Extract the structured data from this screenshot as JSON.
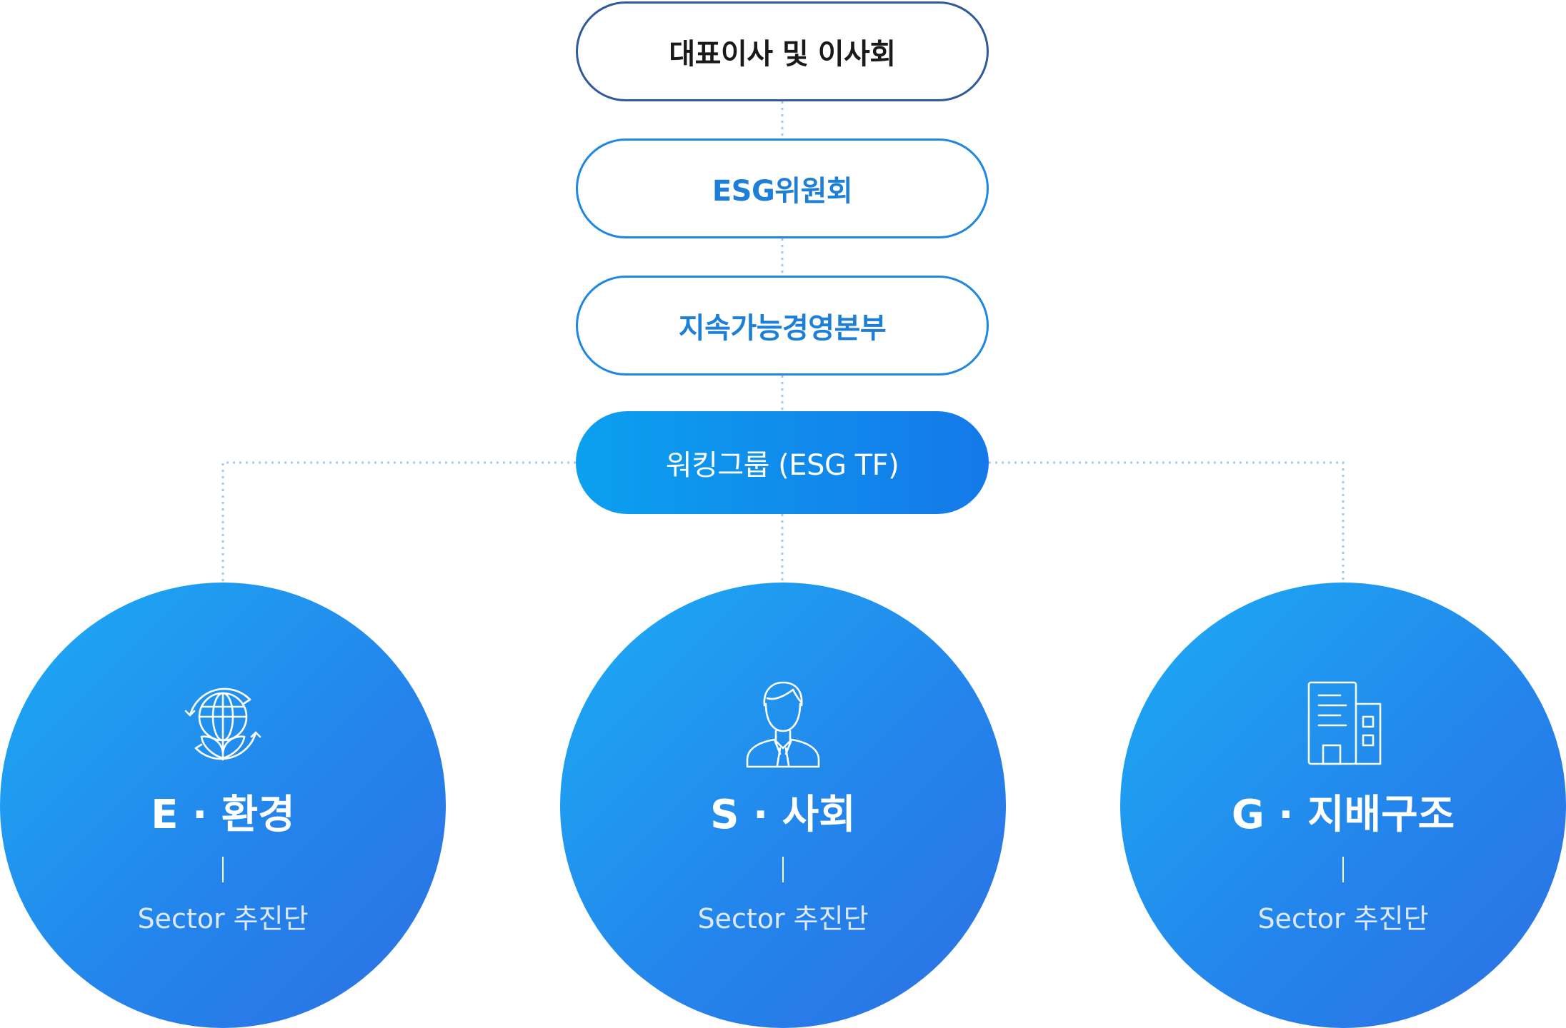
{
  "colors": {
    "board_border": "#2f5a9b",
    "accent_blue": "#1e7fd9",
    "tf_gradient_start": "#0ba0ee",
    "tf_gradient_end": "#1479ea",
    "circle_gradient_start": "#1cacf4",
    "circle_gradient_end": "#2d6fe3",
    "connector": "#a9c6f2"
  },
  "hierarchy": {
    "board": "대표이사 및 이사회",
    "committee": "ESG위원회",
    "headquarters": "지속가능경영본부",
    "working_group": "워킹그룹 (ESG TF)"
  },
  "sectors": [
    {
      "title": "E · 환경",
      "subtitle": "Sector 추진단",
      "icon": "globe-leaf-recycle-icon"
    },
    {
      "title": "S · 사회",
      "subtitle": "Sector 추진단",
      "icon": "person-icon"
    },
    {
      "title": "G · 지배구조",
      "subtitle": "Sector 추진단",
      "icon": "building-icon"
    }
  ]
}
